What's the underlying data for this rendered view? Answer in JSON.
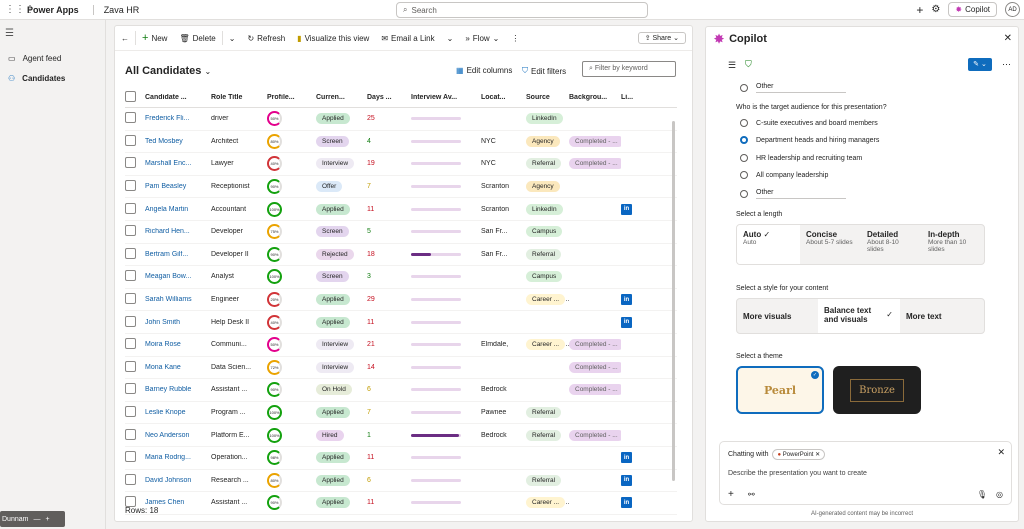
{
  "topbar": {
    "brand": "Power Apps",
    "app": "Zava HR",
    "search_placeholder": "Search",
    "copilot_label": "Copilot",
    "avatar": "AD"
  },
  "nav": {
    "items": [
      {
        "label": "Agent feed",
        "icon": "agent-icon"
      },
      {
        "label": "Candidates",
        "icon": "person-icon"
      }
    ]
  },
  "cmdbar": {
    "new": "New",
    "delete": "Delete",
    "refresh": "Refresh",
    "visualize": "Visualize this view",
    "email": "Email a Link",
    "flow": "Flow",
    "share": "Share"
  },
  "view": {
    "title": "All Candidates",
    "edit_columns": "Edit columns",
    "edit_filters": "Edit filters",
    "filter_placeholder": "Filter by keyword"
  },
  "columns": [
    "Candidate ...",
    "Role Title",
    "Profile...",
    "Curren...",
    "Days ...",
    "Interview Av...",
    "Locat...",
    "Source",
    "Backgrou...",
    "Li..."
  ],
  "rows": [
    {
      "name": "Frederick Fli...",
      "role": "driver",
      "score": "50%",
      "status": "Applied",
      "days": "25",
      "prog": 0,
      "loc": "",
      "source": "LinkedIn",
      "bg": "",
      "li": false
    },
    {
      "name": "Ted Mosbey",
      "role": "Architect",
      "score": "80%",
      "status": "Screen",
      "days": "4",
      "prog": 0,
      "loc": "NYC",
      "source": "Agency",
      "bg": "Completed - ...",
      "li": false
    },
    {
      "name": "Marshall Enc...",
      "role": "Lawyer",
      "score": "40%",
      "status": "Interview",
      "days": "19",
      "prog": 0,
      "loc": "NYC",
      "source": "Referral",
      "bg": "Completed - ...",
      "li": false
    },
    {
      "name": "Pam Beasley",
      "role": "Receptionist",
      "score": "90%",
      "status": "Offer",
      "days": "7",
      "prog": 0,
      "loc": "Scranton",
      "source": "Agency",
      "bg": "",
      "li": false
    },
    {
      "name": "Angela Martin",
      "role": "Accountant",
      "score": "100%",
      "status": "Applied",
      "days": "11",
      "prog": 0,
      "loc": "Scranton",
      "source": "LinkedIn",
      "bg": "",
      "li": true
    },
    {
      "name": "Richard Hen...",
      "role": "Developer",
      "score": "75%",
      "status": "Screen",
      "days": "5",
      "prog": 0,
      "loc": "San Fr...",
      "source": "Campus",
      "bg": "",
      "li": false
    },
    {
      "name": "Bertram Gilf...",
      "role": "Developer II",
      "score": "90%",
      "status": "Rejected",
      "days": "18",
      "prog": 0.4,
      "loc": "San Fr...",
      "source": "Referral",
      "bg": "",
      "li": false
    },
    {
      "name": "Meagan Bow...",
      "role": "Analyst",
      "score": "100%",
      "status": "Screen",
      "days": "3",
      "prog": 0,
      "loc": "",
      "source": "Campus",
      "bg": "",
      "li": false
    },
    {
      "name": "Sarah Williams",
      "role": "Engineer",
      "score": "20%",
      "status": "Applied",
      "days": "29",
      "prog": 0,
      "loc": "",
      "source": "Career ...",
      "bg": "",
      "li": true
    },
    {
      "name": "John Smith",
      "role": "Help Desk II",
      "score": "40%",
      "status": "Applied",
      "days": "11",
      "prog": 0,
      "loc": "",
      "source": "",
      "bg": "",
      "li": true
    },
    {
      "name": "Moira Rose",
      "role": "Communi...",
      "score": "50%",
      "status": "Interview",
      "days": "21",
      "prog": 0,
      "loc": "Elmdale,",
      "source": "Career ...",
      "bg": "Completed - ...",
      "li": false
    },
    {
      "name": "Mona Kane",
      "role": "Data Scien...",
      "score": "72%",
      "status": "Interview",
      "days": "14",
      "prog": 0,
      "loc": "",
      "source": "",
      "bg": "Completed - ...",
      "li": false
    },
    {
      "name": "Barney Rubble",
      "role": "Assistant ...",
      "score": "90%",
      "status": "On Hold",
      "days": "6",
      "prog": 0,
      "loc": "Bedrock",
      "source": "",
      "bg": "Completed - ...",
      "li": false
    },
    {
      "name": "Leslie Knope",
      "role": "Program ...",
      "score": "100%",
      "status": "Applied",
      "days": "7",
      "prog": 0,
      "loc": "Pawnee",
      "source": "Referral",
      "bg": "",
      "li": false
    },
    {
      "name": "Neo Anderson",
      "role": "Platform E...",
      "score": "100%",
      "status": "Hired",
      "days": "1",
      "prog": 0.95,
      "loc": "Bedrock",
      "source": "Referral",
      "bg": "Completed - ...",
      "li": false
    },
    {
      "name": "Maria Rodrig...",
      "role": "Operation...",
      "score": "98%",
      "status": "Applied",
      "days": "11",
      "prog": 0,
      "loc": "",
      "source": "",
      "bg": "",
      "li": true
    },
    {
      "name": "David Johnson",
      "role": "Research ...",
      "score": "80%",
      "status": "Applied",
      "days": "6",
      "prog": 0,
      "loc": "",
      "source": "Referral",
      "bg": "",
      "li": true
    },
    {
      "name": "James Chen",
      "role": "Assistant ...",
      "score": "90%",
      "status": "Applied",
      "days": "11",
      "prog": 0,
      "loc": "",
      "source": "Career ...",
      "bg": "",
      "li": true
    }
  ],
  "rows_count": "Rows: 18",
  "copilot": {
    "title": "Copilot",
    "other_top": "Other",
    "audience_q": "Who is the target audience for this presentation?",
    "audience": [
      "C-suite executives and board members",
      "Department heads and hiring managers",
      "HR leadership and recruiting team",
      "All company leadership",
      "Other"
    ],
    "length_q": "Select a length",
    "lengths": [
      {
        "t": "Auto",
        "s": "Auto"
      },
      {
        "t": "Concise",
        "s": "About 5-7 slides"
      },
      {
        "t": "Detailed",
        "s": "About 8-10 slides"
      },
      {
        "t": "In-depth",
        "s": "More than 10 slides"
      }
    ],
    "style_q": "Select a style for your content",
    "styles": [
      "More visuals",
      "Balance text and visuals",
      "More text"
    ],
    "theme_q": "Select a theme",
    "themes": [
      "Pearl",
      "Bronze"
    ],
    "chatting_with": "Chatting with",
    "chip": "PowerPoint",
    "prompt_placeholder": "Describe the presentation you want to create",
    "disclaimer": "AI-generated content may be incorrect"
  },
  "taskbar": {
    "label": "Dunnam"
  },
  "colors": {
    "accent": "#0f6cbd",
    "applied": "#c7e8d0",
    "screen": "#e3d5ee",
    "interview": "#eeeaf3",
    "offer": "#dbe9f8",
    "rejected": "#ead7ec",
    "onhold": "#e6ecd9",
    "hired": "#e9d3ee",
    "linkedin": "#d6efd8",
    "agency": "#fbe8bd",
    "referral": "#e2efe1",
    "campus": "#d6efd8",
    "career": "#fff4d0"
  }
}
